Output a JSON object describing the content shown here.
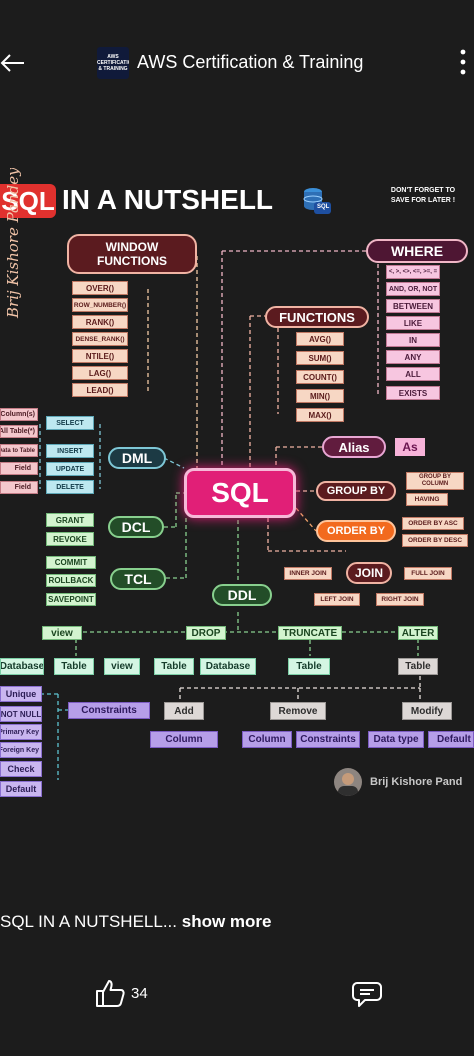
{
  "header": {
    "channel_title": "AWS Certification & Training",
    "logo_lines": [
      "AWS",
      "CERTIFICATION",
      "& TRAINING"
    ]
  },
  "infographic": {
    "title_badge": "SQL",
    "title_rest": "IN A NUTSHELL",
    "db_icon_text": "SQL",
    "reminder": "DON'T FORGET TO\nSAVE FOR LATER !",
    "author_vertical": "Brij Kishore Pandey",
    "author_credit": "Brij Kishore Pand",
    "center": "SQL",
    "window_functions": {
      "header": "WINDOW\nFUNCTIONS",
      "items": [
        "OVER()",
        "ROW_NUMBER()",
        "RANK()",
        "DENSE_RANK()",
        "NTILE()",
        "LAG()",
        "LEAD()"
      ]
    },
    "where": {
      "header": "WHERE",
      "items": [
        "<, >, <>, <=, >=, =",
        "AND, OR, NOT",
        "BETWEEN",
        "LIKE",
        "IN",
        "ANY",
        "ALL",
        "EXISTS"
      ]
    },
    "functions": {
      "header": "FUNCTIONS",
      "items": [
        "AVG()",
        "SUM()",
        "COUNT()",
        "MIN()",
        "MAX()"
      ]
    },
    "alias": {
      "header": "Alias",
      "as": "As"
    },
    "group_by": {
      "header": "GROUP BY",
      "items": [
        "GROUP BY\nCOLUMN",
        "HAVING"
      ]
    },
    "order_by": {
      "header": "ORDER BY",
      "items": [
        "ORDER BY ASC",
        "ORDER BY DESC"
      ]
    },
    "join": {
      "header": "JOIN",
      "items": [
        "INNER JOIN",
        "FULL JOIN",
        "LEFT JOIN",
        "RIGHT JOIN"
      ]
    },
    "dml": {
      "header": "DML",
      "items": [
        "SELECT",
        "INSERT",
        "UPDATE",
        "DELETE"
      ],
      "left_items": [
        "Column(s)",
        "All Table(*)",
        "Data to Table",
        "Field",
        "Field"
      ]
    },
    "dcl": {
      "header": "DCL",
      "items": [
        "GRANT",
        "REVOKE"
      ]
    },
    "tcl": {
      "header": "TCL",
      "items": [
        "COMMIT",
        "ROLLBACK",
        "SAVEPOINT"
      ]
    },
    "ddl": {
      "header": "DDL",
      "branches": [
        "view",
        "DROP",
        "TRUNCATE",
        "ALTER"
      ],
      "targets": [
        "Database",
        "Table",
        "view",
        "Table",
        "Database",
        "Table",
        "Table"
      ],
      "alter_ops": [
        "Add",
        "Remove",
        "Modify"
      ],
      "alter_targets": [
        "Constraints",
        "Column",
        "Column",
        "Constraints",
        "Data type",
        "Default"
      ],
      "constraints": [
        "Unique",
        "NOT NULL",
        "Primary Key",
        "Foreign Key",
        "Check",
        "Default"
      ]
    }
  },
  "footer": {
    "caption": "SQL IN A NUTSHELL...",
    "show_more": "show more",
    "like_count": "34"
  },
  "colors": {
    "background": "#1c1c1c",
    "center_pink": "#e11f77",
    "maroon": "#5b1b1f",
    "green": "#234d28",
    "order_orange": "#f26a1e"
  }
}
